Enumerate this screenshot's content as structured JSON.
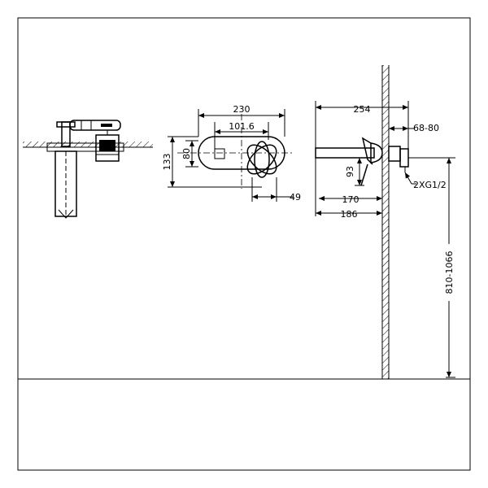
{
  "dimensions": {
    "plate_width": "230",
    "plate_inner_width": "101.6",
    "plate_height": "133",
    "plate_inner_height": "80",
    "lever_offset": "49",
    "total_projection": "254",
    "wall_depth": "68-80",
    "spout_height": "93",
    "spout_reach": "170",
    "overall_reach": "186",
    "connection": "2XG1/2",
    "mount_height": "810-1066"
  }
}
